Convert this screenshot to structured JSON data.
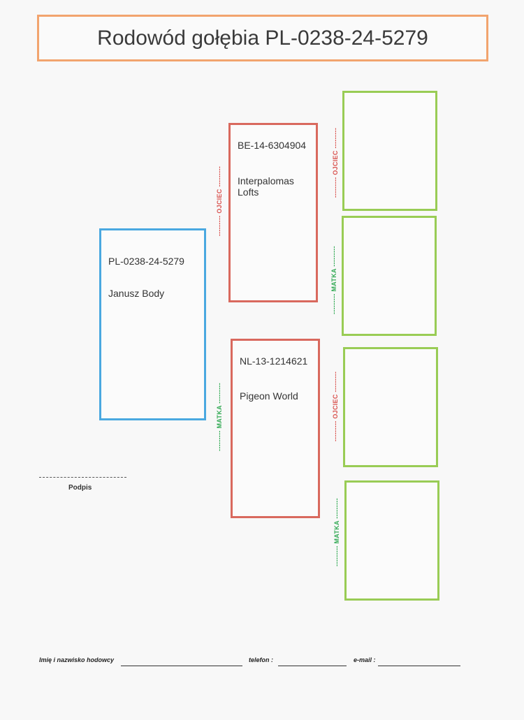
{
  "title": "Rodowód gołębia PL-0238-24-5279",
  "bird": {
    "ring": "PL-0238-24-5279",
    "owner": "Janusz Body"
  },
  "sire": {
    "ring": "BE-14-6304904",
    "owner": "Interpalomas Lofts"
  },
  "dam": {
    "ring": "NL-13-1214621",
    "owner": "Pigeon World"
  },
  "labels": {
    "father": "--------- OJCIEC ---------",
    "mother": "--------- MATKA ---------"
  },
  "signature": {
    "label": "Podpis"
  },
  "footer": {
    "breeder_label": "Imię i nazwisko hodowcy",
    "phone_label": "telefon :",
    "email_label": "e-mail :"
  },
  "colors": {
    "title_border": "#f2a46e",
    "subject_border": "#4aa8e0",
    "parent_border": "#d9695e",
    "grandparent_border": "#99cc55",
    "father_label": "#d9534f",
    "mother_label": "#33aa55"
  }
}
